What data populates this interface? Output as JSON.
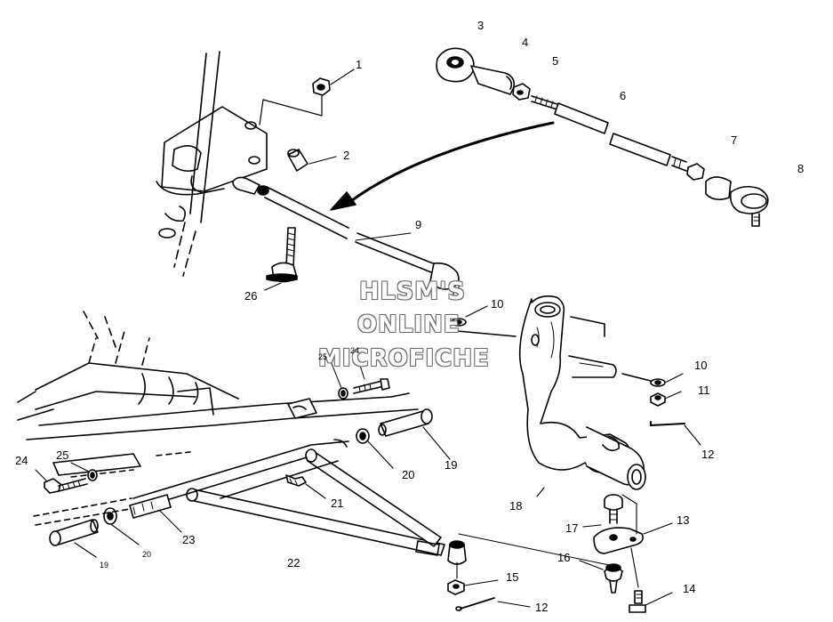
{
  "watermark": {
    "line1": "HLSM'S",
    "line2": "ONLINE",
    "line3": "MICROFICHE"
  },
  "callouts": {
    "c1": "1",
    "c2": "2",
    "c3": "3",
    "c4": "4",
    "c5": "5",
    "c6": "6",
    "c7": "7",
    "c8": "8",
    "c9": "9",
    "c10a": "10",
    "c10b": "10",
    "c11": "11",
    "c12a": "12",
    "c12b": "12",
    "c13": "13",
    "c14": "14",
    "c15": "15",
    "c16": "16",
    "c17": "17",
    "c18": "18",
    "c19a": "19",
    "c19b": "19",
    "c20a": "20",
    "c20b": "20",
    "c21": "21",
    "c22": "22",
    "c23": "23",
    "c24a": "24",
    "c24b": "24",
    "c25a": "25",
    "c25b": "25",
    "c26": "26"
  }
}
